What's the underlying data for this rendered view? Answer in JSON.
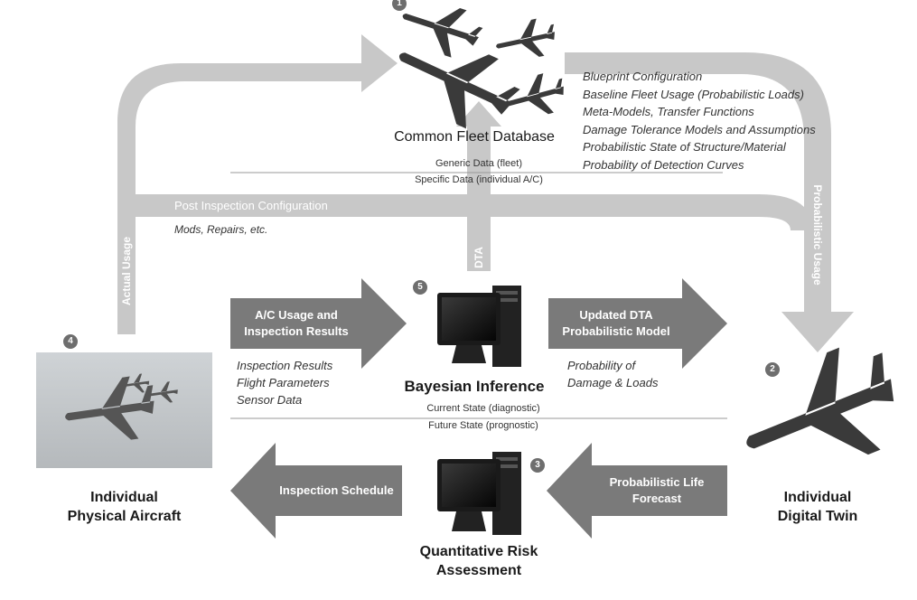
{
  "nodes": {
    "fleet_db": "Common Fleet Database",
    "bayesian": "Bayesian Inference",
    "physical_line1": "Individual",
    "physical_line2": "Physical Aircraft",
    "twin_line1": "Individual",
    "twin_line2": "Digital Twin",
    "risk_line1": "Quantitative Risk",
    "risk_line2": "Assessment"
  },
  "badges": {
    "fleet": "1",
    "twin": "2",
    "risk": "3",
    "physical": "4",
    "bayes": "5"
  },
  "fleet_items": [
    "Blueprint Configuration",
    "Baseline Fleet Usage (Probabilistic Loads)",
    "Meta-Models, Transfer Functions",
    "Damage Tolerance Models and Assumptions",
    "Probabilistic State of Structure/Material",
    "Probability of Detection Curves"
  ],
  "upper_line": {
    "label1": "Generic Data (fleet)",
    "label2": "Specific Data (individual A/C)"
  },
  "lower_line": {
    "label1": "Current State (diagnostic)",
    "label2": "Future State (prognostic)"
  },
  "arrows": {
    "actual_usage": "Actual Usage",
    "probabilistic_usage": "Probabilistic Usage",
    "post_inspection": "Post Inspection Configuration",
    "post_inspection_sub": "Mods, Repairs, etc.",
    "dta": "DTA",
    "usage_inspection_line1": "A/C Usage and",
    "usage_inspection_line2": "Inspection Results",
    "updated_dta_line1": "Updated DTA",
    "updated_dta_line2": "Probabilistic Model",
    "inspection_schedule": "Inspection Schedule",
    "life_forecast_line1": "Probabilistic Life",
    "life_forecast_line2": "Forecast"
  },
  "input_items": [
    "Inspection Results",
    "Flight Parameters",
    "Sensor Data"
  ],
  "model_items": [
    "Probability of",
    "Damage & Loads"
  ],
  "colors": {
    "light_arrow": "#c8c8c8",
    "dark_arrow": "#7a7a7a",
    "divider": "#999999"
  },
  "icons": [
    "aircraft-icon",
    "computer-icon",
    "aircraft-photo"
  ]
}
